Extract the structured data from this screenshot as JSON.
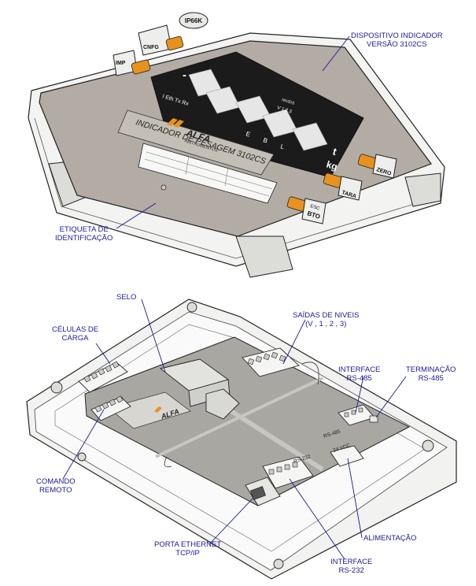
{
  "labels": {
    "dispositivo": {
      "line1": "DISPOSITIVO INDICADOR",
      "line2": "VERSÃO 3102CS"
    },
    "etiqueta": {
      "line1": "ETIQUETA DE",
      "line2": "IDENTIFICAÇÃO"
    },
    "selo": "SELO",
    "saidas": {
      "line1": "SAÍDAS DE NIVEIS",
      "line2": "(V , 1 , 2 , 3)"
    },
    "celulas": {
      "line1": "CÉLULAS DE",
      "line2": "CARGA"
    },
    "interface485": {
      "line1": "INTERFACE",
      "line2": "RS-485"
    },
    "terminacao": {
      "line1": "TERMINAÇÃO",
      "line2": "RS-485"
    },
    "comando": {
      "line1": "COMANDO",
      "line2": "REMOTO"
    },
    "porta": {
      "line1": "PORTA ETHERNET",
      "line2": "TCP/IP"
    },
    "alimentacao": "ALIMENTAÇÃO",
    "interface232": {
      "line1": "INTERFACE",
      "line2": "RS-232"
    }
  },
  "panel": {
    "badge": "IP66K",
    "minus": "-",
    "leds": "I  Eth  Tx  Rx",
    "niveis": "NIVEIS",
    "nivel_marks": "V   1   2   3",
    "status": [
      "E",
      "B",
      "L"
    ],
    "unit_t": "t",
    "unit_kg": "kg",
    "brand": "ALFA",
    "brand_sub": "INSTRUMENTOS",
    "title": "INDICADOR DE PESAGEM 3102CS"
  },
  "keys": {
    "cnfg": "CNFG",
    "imp": "IMP",
    "zero": "ZERO",
    "tara": "TARA",
    "esc": "ESC",
    "bto": "BTO"
  },
  "board": {
    "brand": "ALFA",
    "vdc": "24 VCC",
    "rs232": "RS-232",
    "rs485": "RS-485"
  },
  "colors": {
    "label": "#1a1a9a",
    "panel": "#b2aca4",
    "key": "#e8921e",
    "display": "#1b1b1b"
  }
}
